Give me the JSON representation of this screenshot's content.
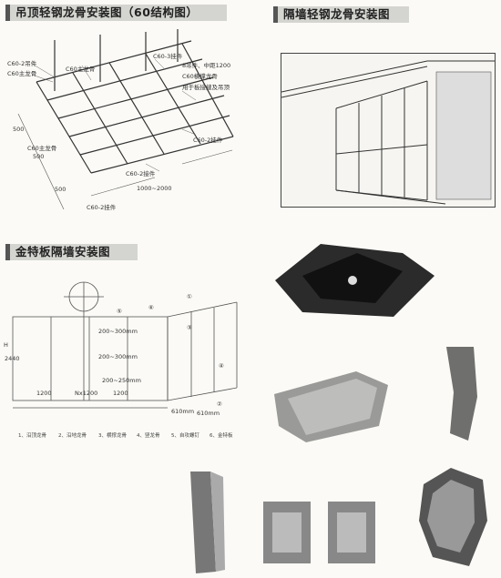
{
  "sections": {
    "ceiling": {
      "title": "吊顶轻钢龙骨安装图（60结构图）",
      "labels": {
        "c60_2_hanger": "C60-2吊件",
        "c60_main": "C60主龙骨",
        "c60_main_top": "C60主龙骨",
        "c60_3_connector": "C60-3挂件",
        "spacing_8": "8吊件、中距1200",
        "c60_cross": "C60横撑龙骨",
        "gap_note": "用于板接缝及吊顶",
        "c60_2_connector_right": "C60-2挂件",
        "c60_main_left": "C60主龙骨",
        "c60_2_connector_bottom": "C60-2接件",
        "c60_2_connector_lower": "C60-2挂件",
        "dim_500_a": "500",
        "dim_500_b": "500",
        "dim_500_c": "500",
        "dim_range": "1000~2000"
      }
    },
    "partition": {
      "title": "隔墙轻钢龙骨安装图"
    },
    "metal_board": {
      "title": "金特板隔墙安装图",
      "dims": {
        "d_1200_left": "1200",
        "d_n1200": "Nx1200",
        "d_1200_right": "1200",
        "d_2440": "2440",
        "d_h": "H",
        "d_range_a": "200~300mm",
        "d_range_b": "200~300mm",
        "d_range_c": "200~250mm",
        "d_610_a": "610mm",
        "d_610_b": "610mm"
      },
      "callouts": [
        "①",
        "②",
        "③",
        "④",
        "⑤",
        "⑥"
      ],
      "legend": [
        "1、沿顶龙骨",
        "2、沿地龙骨",
        "3、横撑龙骨",
        "4、竖龙骨",
        "5、自攻螺钉",
        "6、金特板"
      ]
    }
  }
}
